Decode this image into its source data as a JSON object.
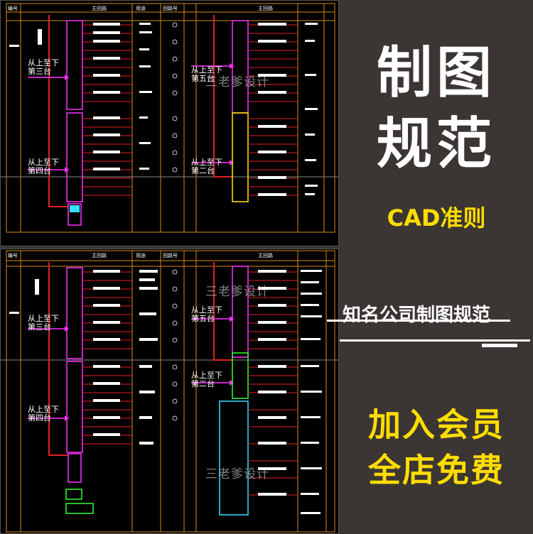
{
  "title_line1": "制图",
  "title_line2": "规范",
  "cad_rule": "CAD准则",
  "caption": "知名公司制图规范",
  "promo_line1": "加入会员",
  "promo_line2": "全店免费",
  "watermark": "三老爹设计",
  "cad_headers": {
    "col_no": "编号",
    "col_main": "主回路",
    "col_use": "用途",
    "col_circuit": "回路号"
  },
  "cad_labels": {
    "top_left_a": "从上至下\n第三台",
    "top_left_b": "从上至下\n第四台",
    "top_mid_a": "从上至下\n第五台",
    "top_mid_b": "从上至下\n第二台"
  },
  "colors": {
    "background": "#3b3533",
    "accent_yellow": "#ffdd00",
    "cad_red": "#e02020",
    "cad_orange": "#d98a1a",
    "cad_magenta": "#ff33ff",
    "cad_cyan": "#33e0ff"
  }
}
